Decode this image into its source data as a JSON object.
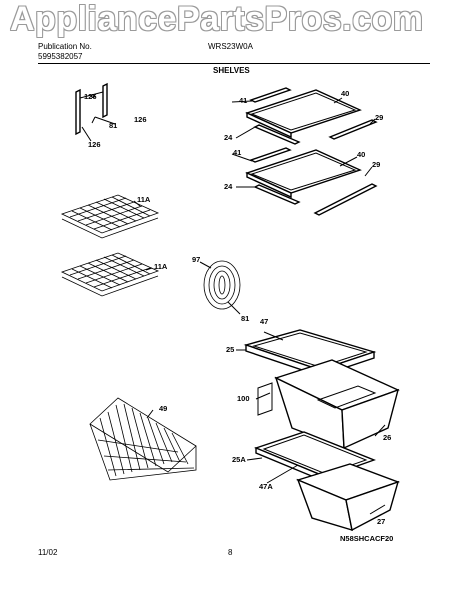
{
  "watermark": "AppliancePartsPros.com",
  "header": {
    "publication_label": "Publication No.",
    "publication_number": "5995382057",
    "model": "WRS23W0A",
    "section_title": "SHELVES"
  },
  "callouts": {
    "c126a": "126",
    "c126b": "126",
    "c81a": "81",
    "c41a": "41",
    "c40a": "40",
    "c29a": "29",
    "c24a": "24",
    "c41b": "41",
    "c40b": "40",
    "c29b": "29",
    "c24b": "24",
    "c11a_top": "11A",
    "c11a_bot": "11A",
    "c97": "97",
    "c81b": "81",
    "c47": "47",
    "c25": "25",
    "c100": "100",
    "c49": "49",
    "c26": "26",
    "c25a": "25A",
    "c47a": "47A",
    "c27": "27"
  },
  "footer": {
    "diagram_code": "N58SHCACF20",
    "date": "11/02",
    "page": "8"
  }
}
